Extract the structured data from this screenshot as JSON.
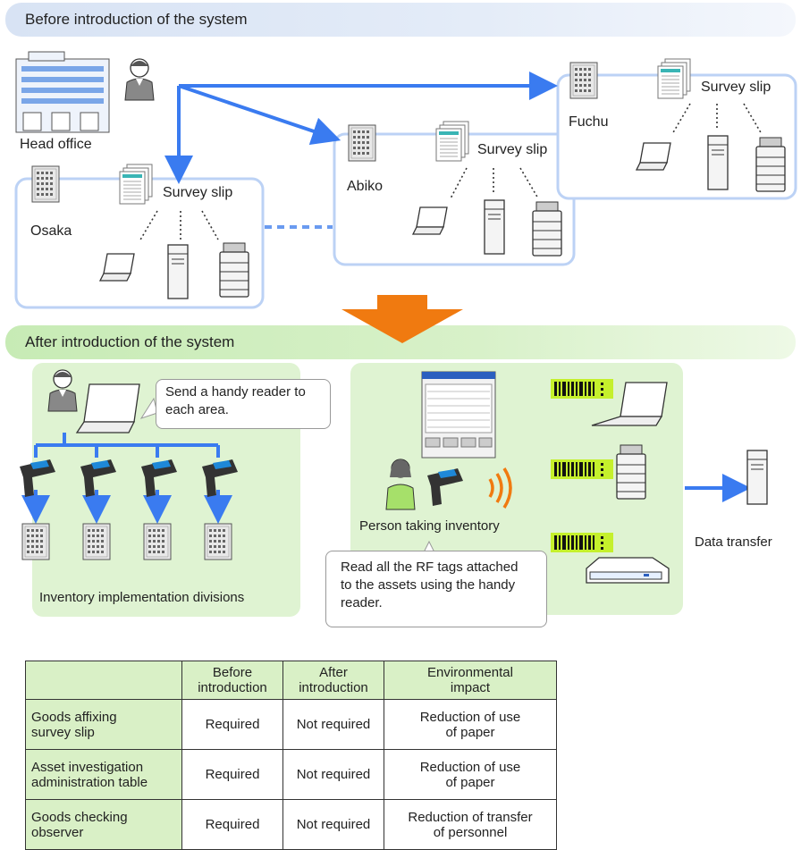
{
  "sections": {
    "before": "Before introduction of the system",
    "after": "After introduction of the system"
  },
  "before": {
    "head_office": "Head office",
    "sites": {
      "osaka": "Osaka",
      "abiko": "Abiko",
      "fuchu": "Fuchu"
    },
    "survey_slip": "Survey slip"
  },
  "after": {
    "callout_send": "Send a handy reader to each area.",
    "divisions": "Inventory implementation divisions",
    "person": "Person taking inventory",
    "callout_read": "Read all the RF tags attached to the assets using the handy reader.",
    "data_transfer": "Data transfer"
  },
  "table": {
    "headers": [
      "",
      "Before\nintroduction",
      "After\nintroduction",
      "Environmental\nimpact"
    ],
    "rows": [
      [
        "Goods affixing\nsurvey slip",
        "Required",
        "Not required",
        "Reduction of use\nof paper"
      ],
      [
        "Asset investigation\nadministration table",
        "Required",
        "Not required",
        "Reduction of use\nof paper"
      ],
      [
        "Goods checking\nobserver",
        "Required",
        "Not required",
        "Reduction of transfer\nof personnel"
      ]
    ]
  },
  "colors": {
    "arrow_blue": "#3a7bf0",
    "box_border": "#bcd2f5",
    "green_panel": "#dff3d2",
    "orange_arrow": "#f07a10"
  }
}
